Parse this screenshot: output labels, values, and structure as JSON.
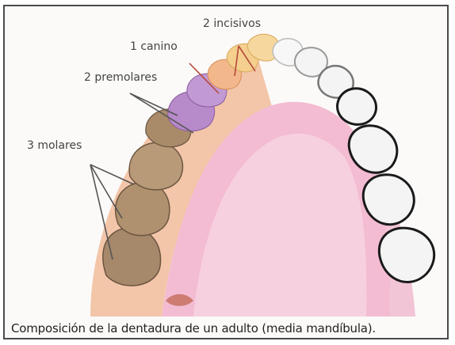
{
  "labels": {
    "incisors": "2 incisivos",
    "canine": "1 canino",
    "premolars": "2 premolares",
    "molars": "3 molares"
  },
  "caption": "Composición de la dentadura de un adulto (media mandíbula).",
  "colors": {
    "gum": "#f3bcd2",
    "gum_light": "#f8d5e3",
    "incisors": "#f4cf8e",
    "canine": "#f2b78a",
    "premolars": "#b78ac9",
    "molars": "#a6886a",
    "arch_shadow": "#e1a98c",
    "outline_teeth": "#1a1a1a",
    "leader_line": "#b54a3a"
  }
}
